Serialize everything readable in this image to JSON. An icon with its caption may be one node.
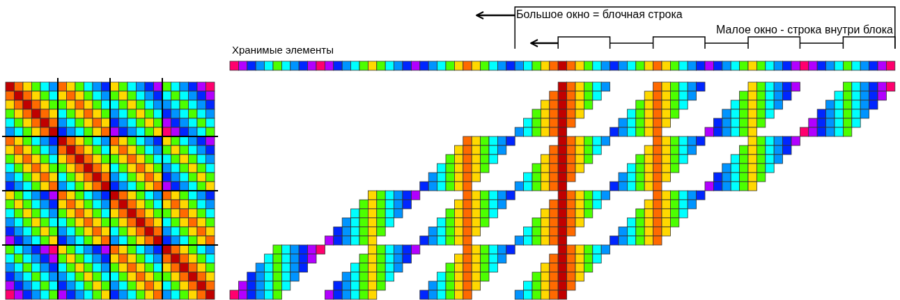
{
  "diagram": {
    "labels": [
      "Большое окно = блочная строка",
      "Малое окно - строка внутри блока",
      "Хранимые элементы"
    ]
  }
}
